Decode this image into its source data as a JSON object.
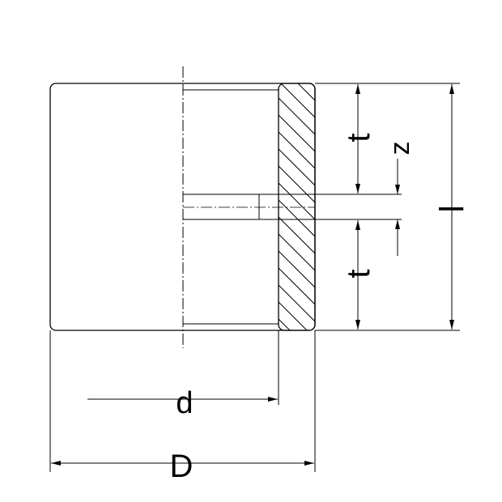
{
  "diagram": {
    "labels": {
      "t_top": "t",
      "z": "z",
      "t_bottom": "t",
      "L": "l",
      "d": "d",
      "D": "D"
    },
    "colors": {
      "line": "#000000",
      "background": "#ffffff"
    }
  }
}
